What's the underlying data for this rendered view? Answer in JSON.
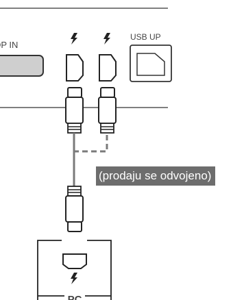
{
  "ports": {
    "dp_in_label": "DP IN",
    "usb_up_label": "USB UP",
    "thunderbolt_icons": [
      "thunderbolt-icon",
      "thunderbolt-icon"
    ]
  },
  "note": "(prodaju se odvojeno)",
  "pc": {
    "label": "PC",
    "icon": "thunderbolt-icon"
  },
  "colors": {
    "stroke": "#222222",
    "cable": "#7a7a7a",
    "dp_port_fill": "#cfcfcf",
    "note_bg": "#6d6d6d"
  }
}
